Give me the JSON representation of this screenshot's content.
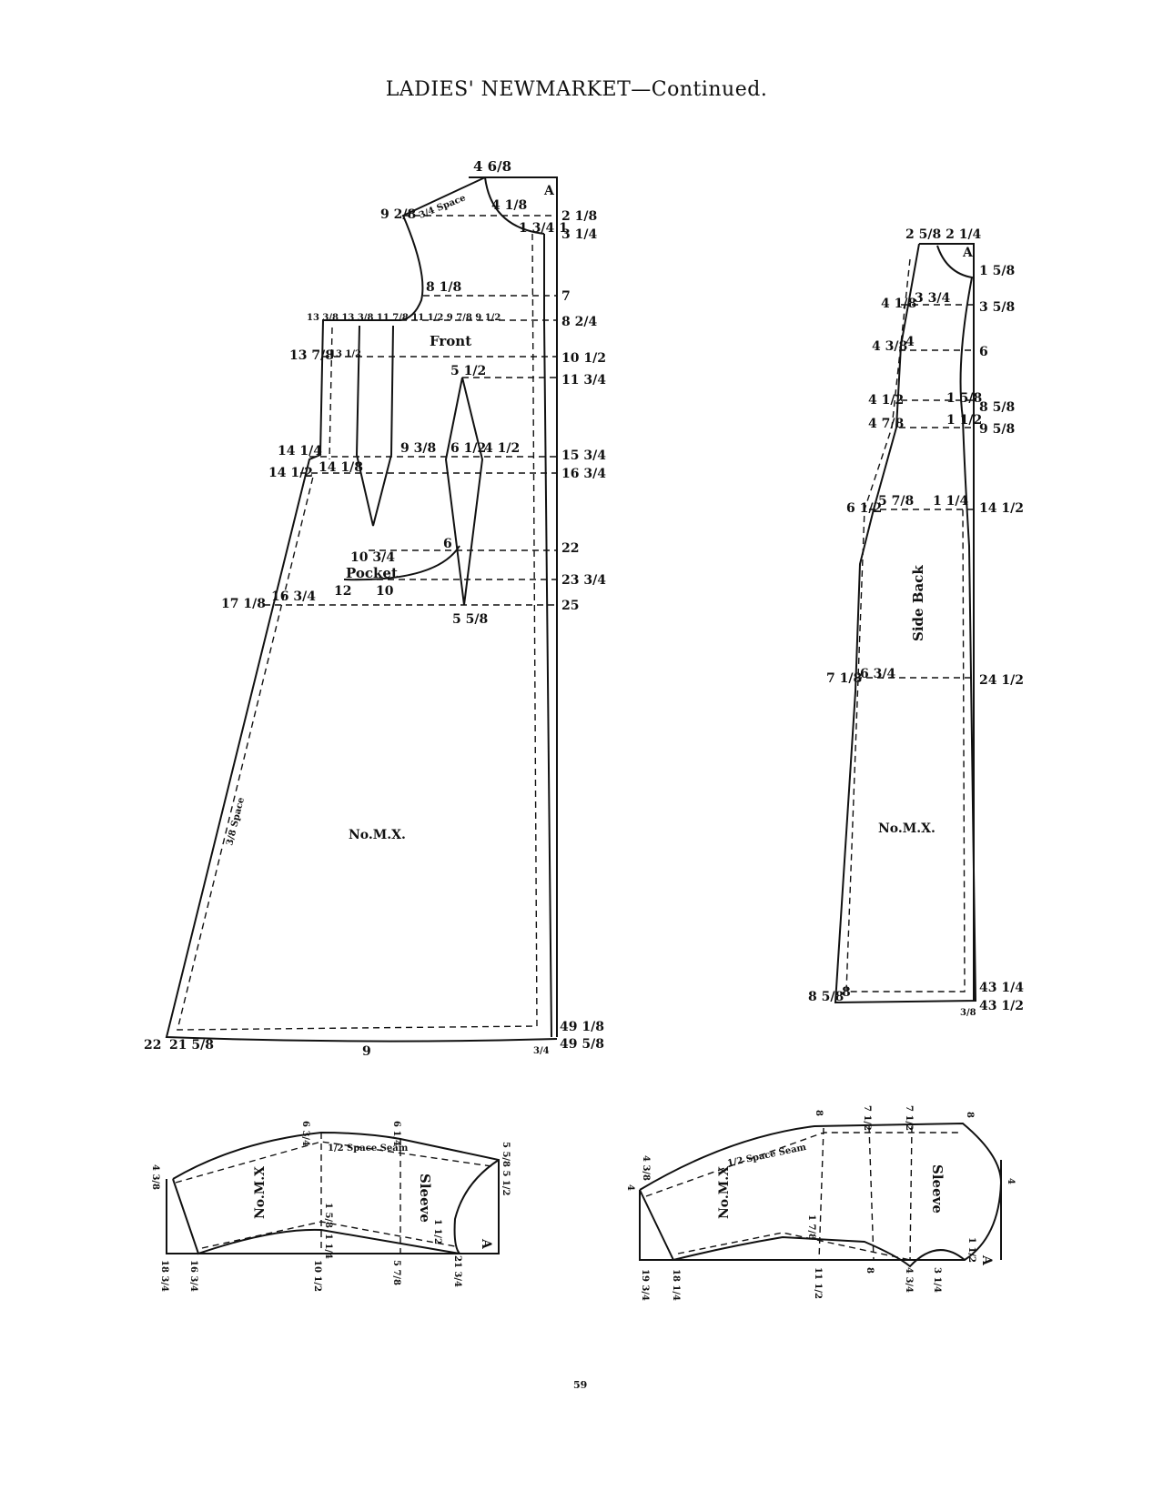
{
  "title": "LADIES' NEWMARKET—Continued.",
  "page_number": "59",
  "front": {
    "name": "Front",
    "pocket": "Pocket",
    "model": "No.M.X.",
    "seam_space": "3/8 Space",
    "shoulder_space": "3/4 Space",
    "labels": [
      "4 6/8",
      "A",
      "2 1/8",
      "3 1/4",
      "9 2/8",
      "4 1/8",
      "1 3/4 1",
      "8 1/8",
      "7",
      "8 2/4",
      "10 1/2",
      "11 3/4",
      "13 3/8 13 3/8 11 7/8 11 1/2 9 7/8 9 1/2",
      "13 7/8",
      "13 1/2",
      "5 1/2",
      "14 1/4",
      "14 1/2",
      "14 1/8",
      "9 3/8",
      "6 1/2",
      "4 1/2",
      "15 3/4",
      "16 3/4",
      "10 3/4",
      "6",
      "22",
      "12",
      "10",
      "23 3/4",
      "17 1/8",
      "16 3/4",
      "5 5/8",
      "25",
      "22",
      "21 5/8",
      "9",
      "3/4",
      "49 1/8",
      "49 5/8"
    ]
  },
  "side_back": {
    "name": "Side Back",
    "model": "No.M.X.",
    "labels": [
      "2 5/8 2 1/4",
      "A",
      "1 5/8",
      "3 5/8",
      "4 1/8",
      "3 3/4",
      "4 3/8",
      "4",
      "6",
      "4 1/2",
      "1 5/8",
      "8 5/8",
      "4 7/8",
      "1 1/2",
      "9 5/8",
      "6 1/2",
      "5 7/8",
      "1 1/4",
      "14 1/2",
      "7 1/8",
      "6 3/4",
      "24 1/2",
      "8 5/8",
      "8",
      "43 1/4",
      "43 1/2",
      "3/8"
    ]
  },
  "sleeve_left": {
    "name": "Sleeve",
    "model": "No.M.X",
    "seam": "1/2 Space Seam",
    "labels": [
      "6 3/4",
      "6 1/4",
      "5 5/8 5 1/2",
      "4 3/8",
      "18 3/4",
      "16 3/4",
      "10 1/2",
      "5 7/8",
      "21 3/4",
      "1 5/8",
      "1 1/4",
      "1 1/2",
      "A"
    ]
  },
  "sleeve_right": {
    "name": "Sleeve",
    "model": "No.M.X",
    "seam": "1/2 Space Seam",
    "labels": [
      "8",
      "7 1/2",
      "7 1/2",
      "8",
      "4 3/8",
      "4",
      "19 3/4",
      "18 1/4",
      "11 1/2",
      "8",
      "4 3/4",
      "3 1/4",
      "1 7/8",
      "1 1/2",
      "A",
      "4"
    ]
  }
}
